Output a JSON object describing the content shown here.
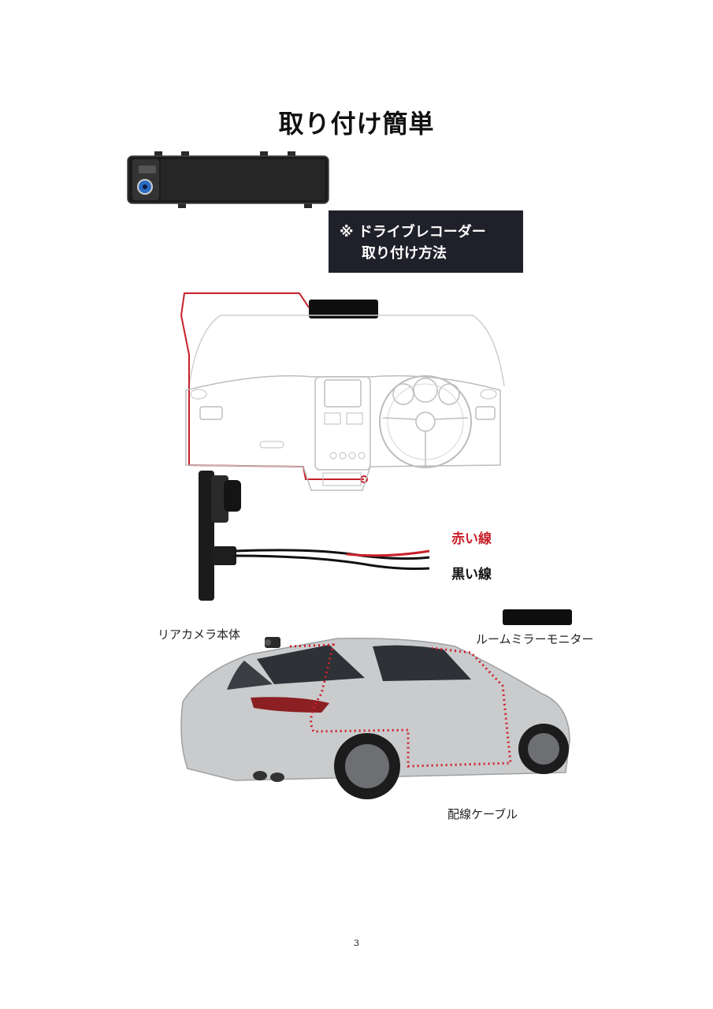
{
  "page": {
    "title": "取り付け簡単",
    "note": {
      "line1": "※ ドライブレコーダー",
      "line2": "取り付け方法"
    },
    "wires": {
      "red": "赤い線",
      "black": "黒い線"
    },
    "car_labels": {
      "rear_camera": "リアカメラ本体",
      "mirror_monitor": "ルームミラーモニター",
      "wiring_cable": "配線ケーブル"
    },
    "page_number": "3"
  },
  "colors": {
    "note_bg": "#1f2029",
    "red_wire": "#c8202a",
    "car_body": "#c9cbcd"
  }
}
